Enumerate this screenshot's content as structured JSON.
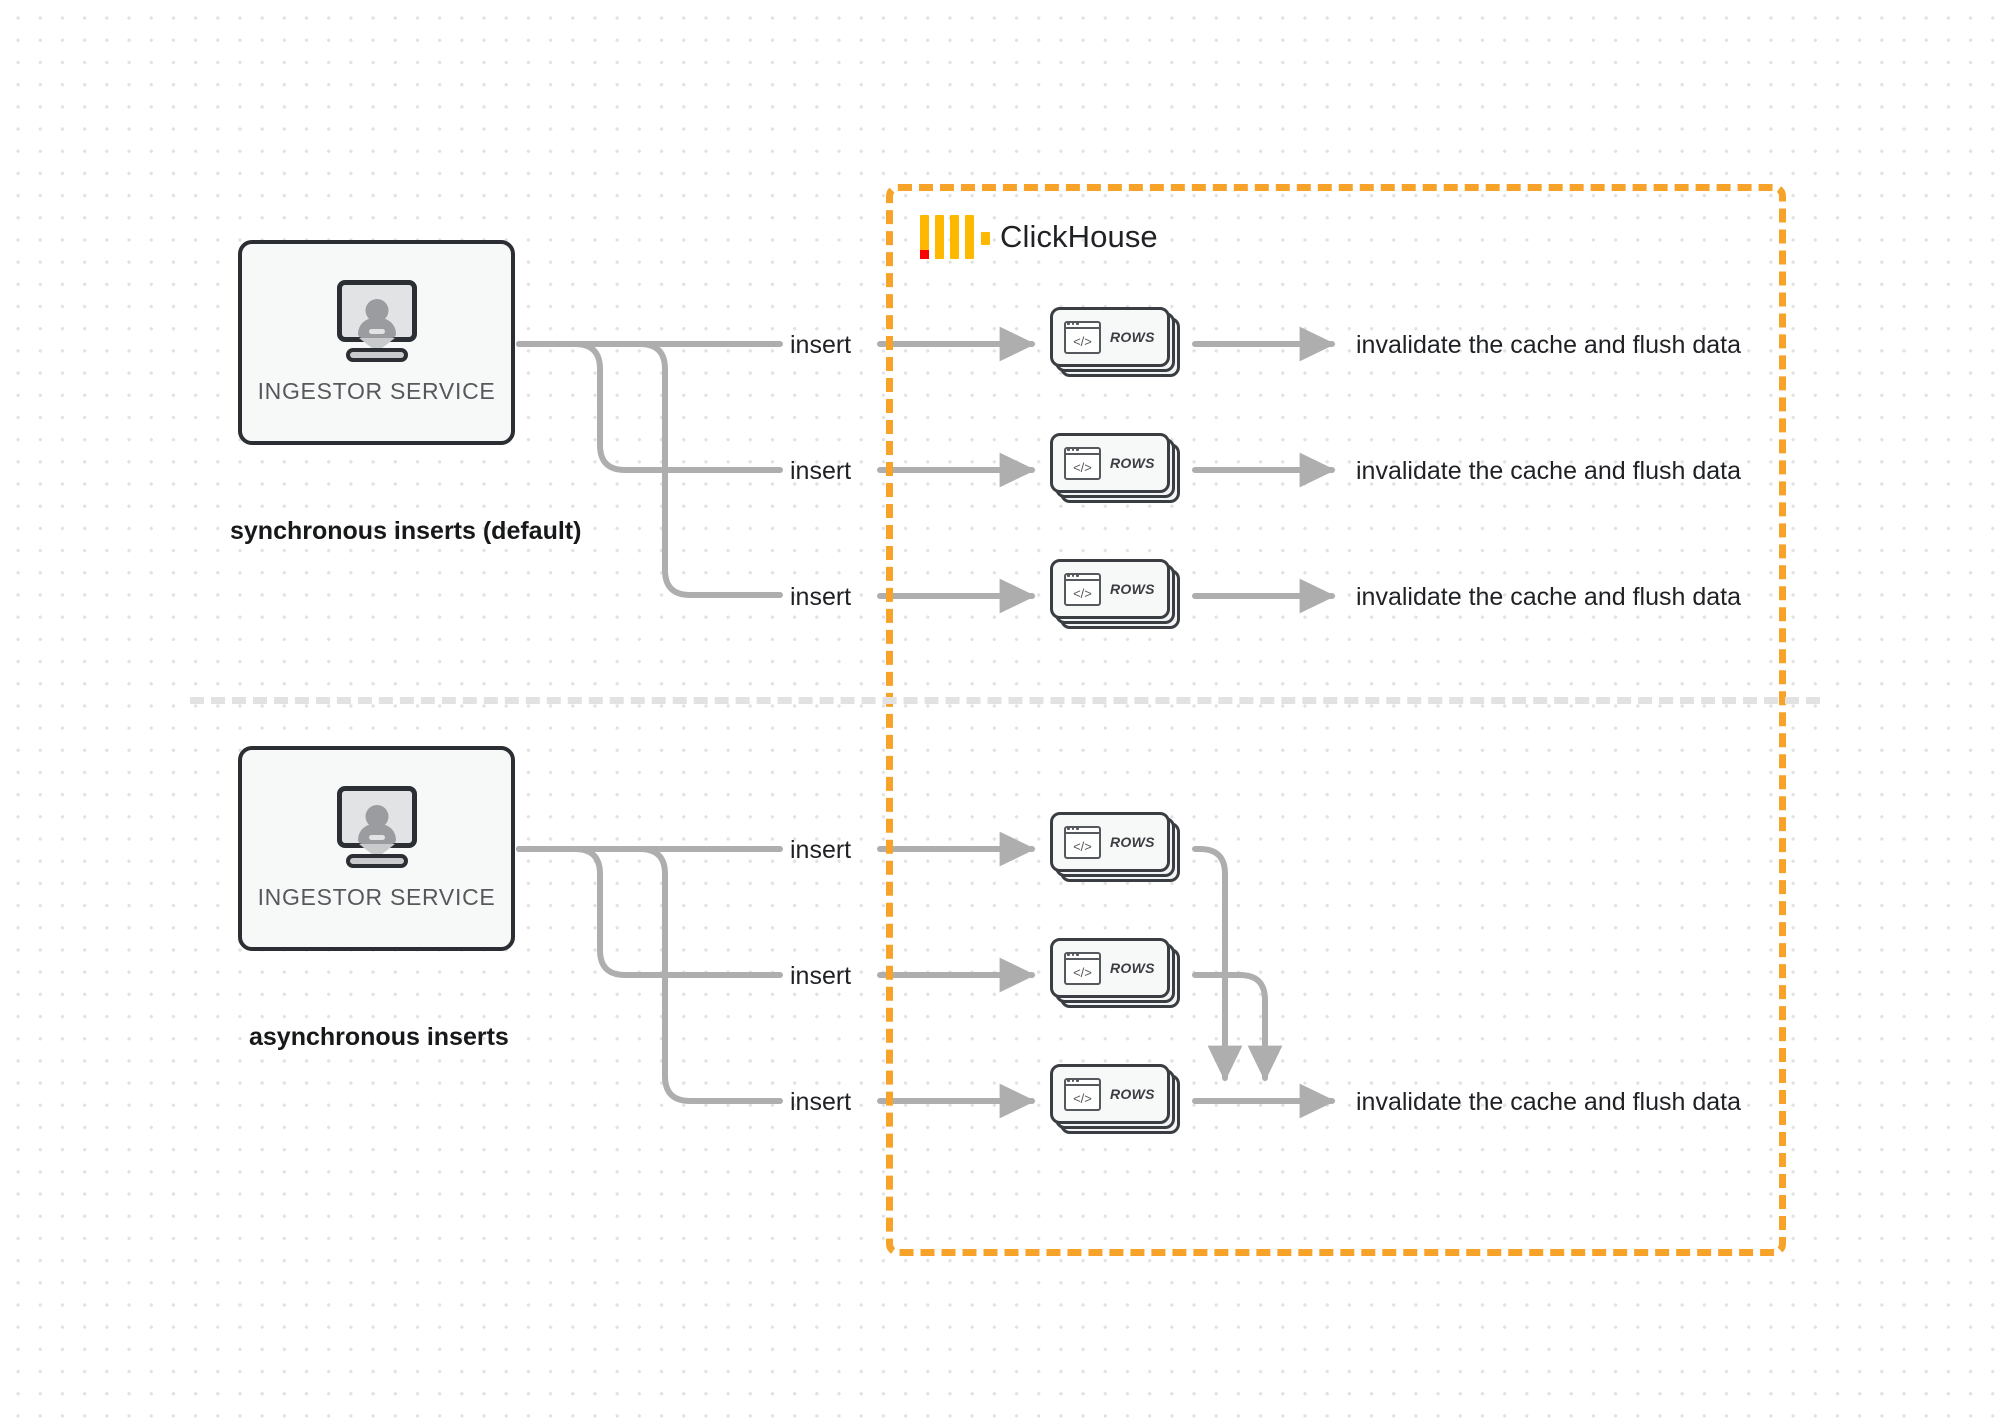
{
  "diagram": {
    "title": "ClickHouse synchronous vs asynchronous inserts",
    "background": "#ffffff",
    "accent_color": "#f7a32a",
    "edge_color": "#aeaeae",
    "node_border_color": "#2b2f33"
  },
  "clickhouse": {
    "name": "ClickHouse",
    "logo_icon": "clickhouse-logo-icon",
    "boundary_style": "dashed",
    "boundary_color": "#f7a32a"
  },
  "sections": [
    {
      "id": "sync",
      "caption": "synchronous inserts (default)",
      "node": {
        "label": "INGESTOR SERVICE",
        "icon": "monitor-user-icon"
      },
      "flows": [
        {
          "insert_label": "insert",
          "card_label": "ROWS",
          "card_icon": "code-window-icon",
          "result_label": "invalidate the cache and flush data"
        },
        {
          "insert_label": "insert",
          "card_label": "ROWS",
          "card_icon": "code-window-icon",
          "result_label": "invalidate the cache and flush data"
        },
        {
          "insert_label": "insert",
          "card_label": "ROWS",
          "card_icon": "code-window-icon",
          "result_label": "invalidate the cache and flush data"
        }
      ]
    },
    {
      "id": "async",
      "caption": "asynchronous inserts",
      "node": {
        "label": "INGESTOR SERVICE",
        "icon": "monitor-user-icon"
      },
      "flows": [
        {
          "insert_label": "insert",
          "card_label": "ROWS",
          "card_icon": "code-window-icon"
        },
        {
          "insert_label": "insert",
          "card_label": "ROWS",
          "card_icon": "code-window-icon"
        },
        {
          "insert_label": "insert",
          "card_label": "ROWS",
          "card_icon": "code-window-icon"
        }
      ],
      "merged_result_label": "invalidate the cache and flush data"
    }
  ],
  "code_glyph": "</>"
}
